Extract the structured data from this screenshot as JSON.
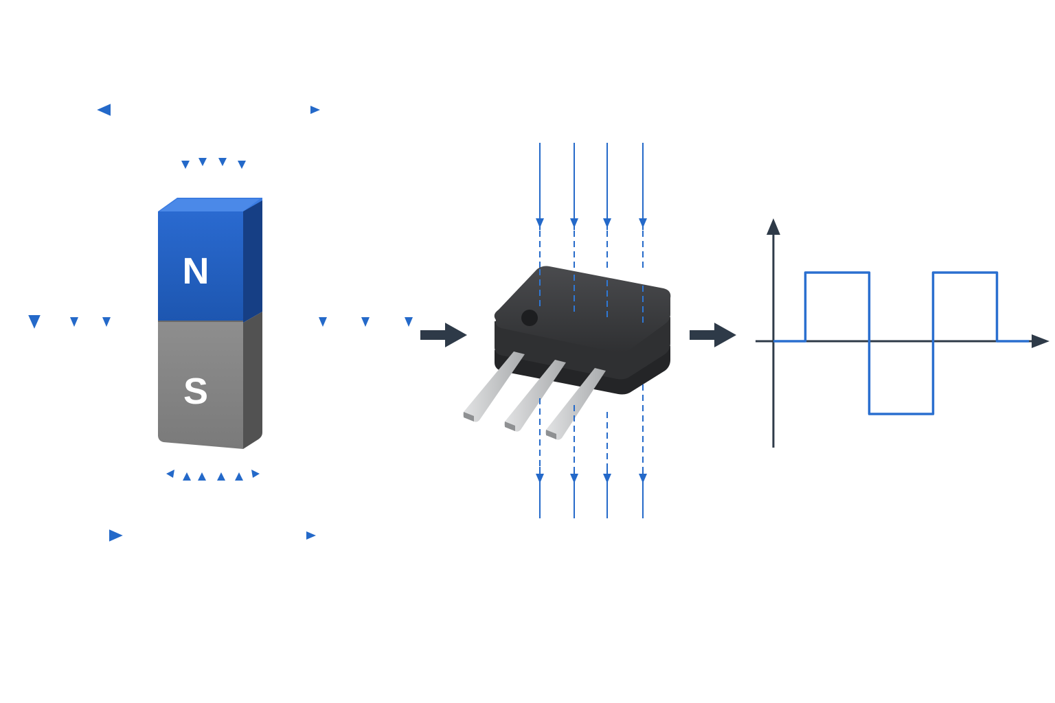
{
  "magnet": {
    "north_label": "N",
    "south_label": "S",
    "north_color": "#1f5fbf",
    "south_color": "#8a8a8a"
  },
  "field": {
    "line_color": "#2469c9"
  },
  "sensor": {
    "body_color": "#3a3b3d",
    "lead_color": "#c7c9cb",
    "lead_count": 3
  },
  "flow_arrow_color": "#2e3a48",
  "output_signal": {
    "axis_color": "#2e3a48",
    "wave_color": "#2a6fcf",
    "levels": [
      0,
      1,
      1,
      -1,
      -1,
      1,
      1,
      0
    ],
    "comment_type": "square-wave"
  }
}
